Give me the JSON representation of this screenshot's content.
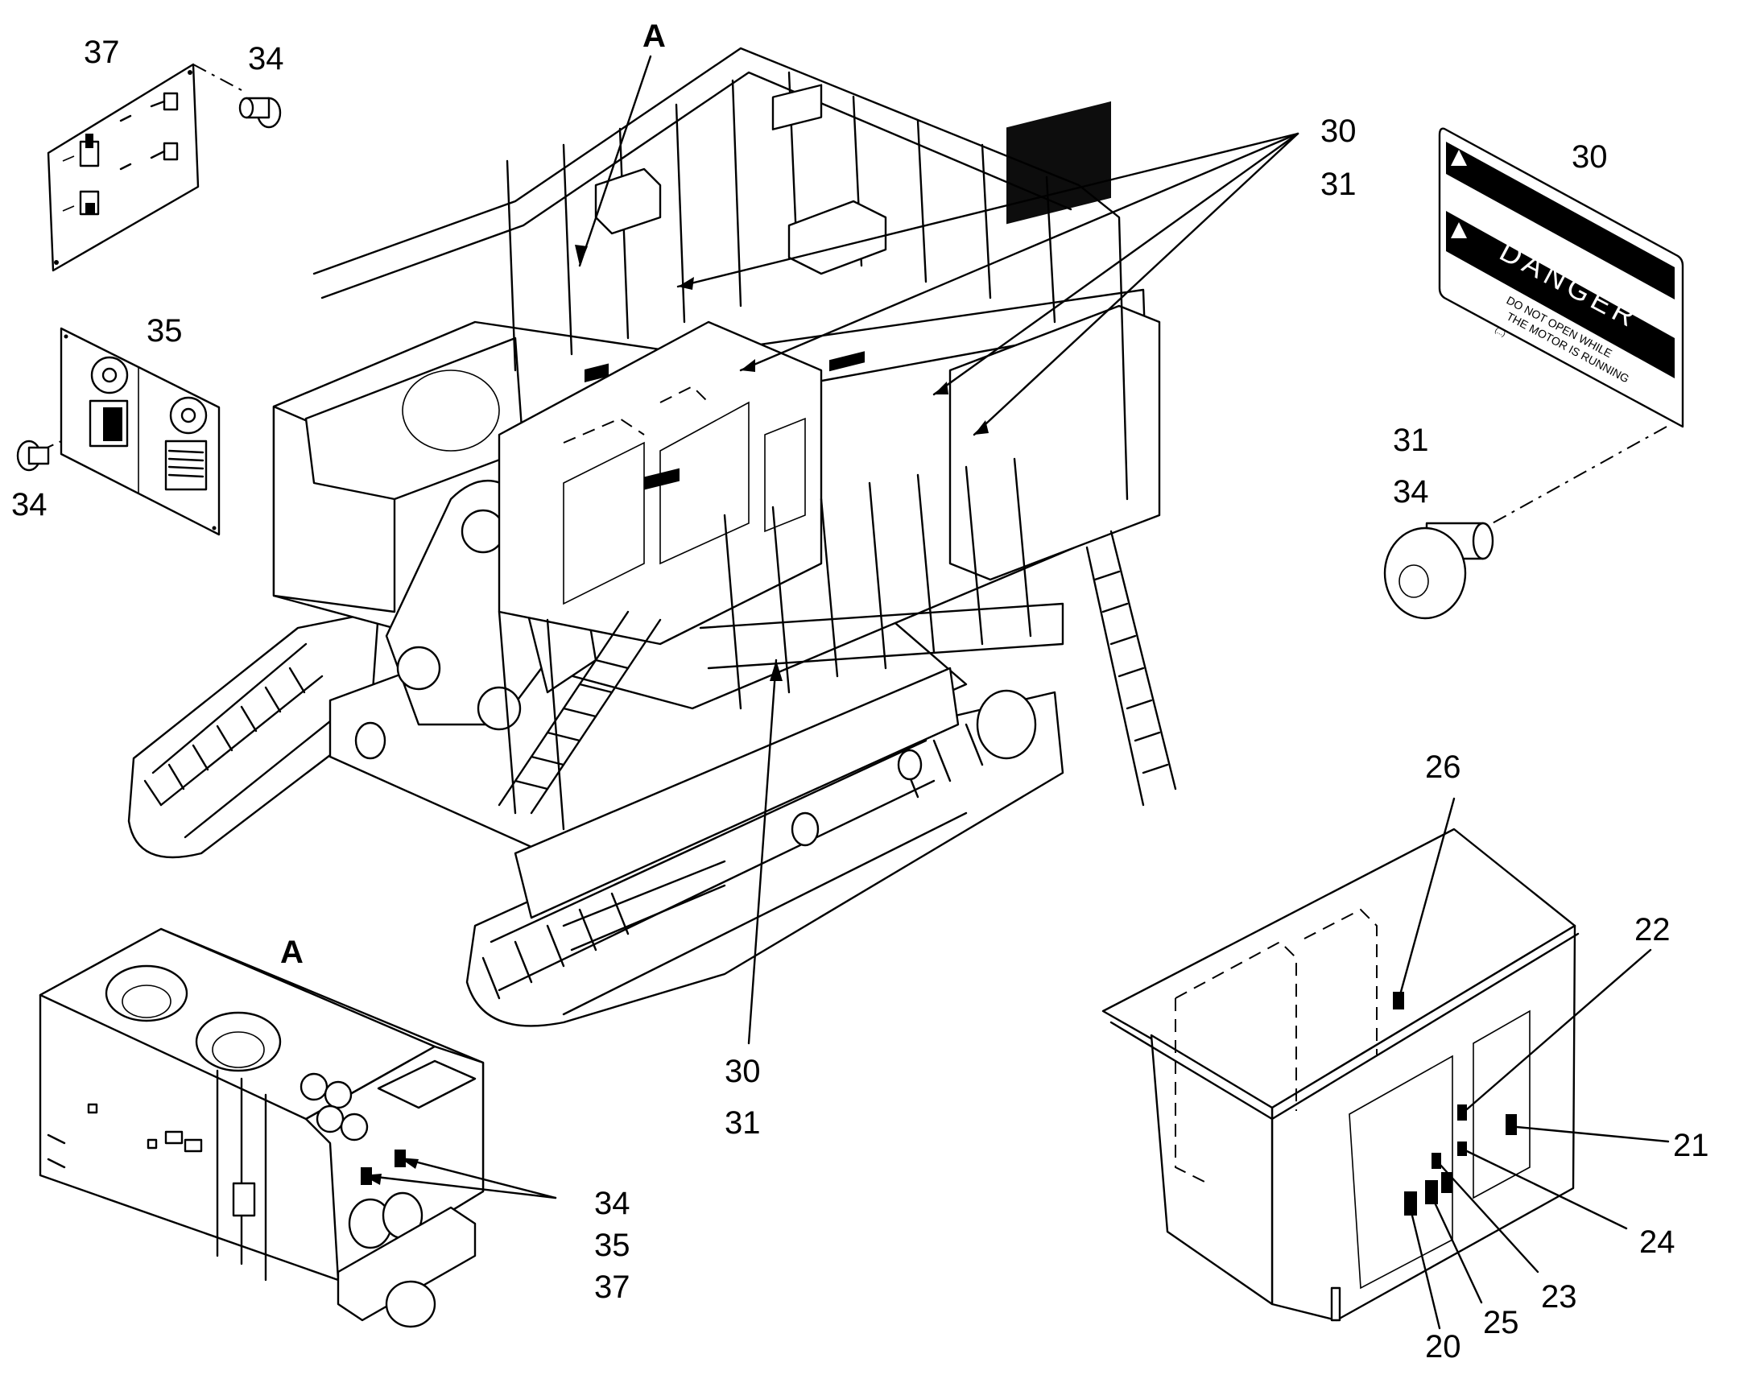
{
  "callouts": {
    "c37_plate": "37",
    "c34_plate37": "34",
    "c35_plate": "35",
    "c34_plate35": "34",
    "cA_top": "A",
    "c30_top": "30",
    "c31_top": "31",
    "c30_label": "30",
    "c31_label": "31",
    "c34_label": "34",
    "c30_bottom": "30",
    "c31_bottom": "31",
    "cA_detail": "A",
    "c34_detail": "34",
    "c35_detail": "35",
    "c37_detail": "37",
    "c26": "26",
    "c22": "22",
    "c21": "21",
    "c24": "24",
    "c23": "23",
    "c25": "25",
    "c20": "20"
  },
  "decal": {
    "heading": "DANGER",
    "line1": "DO NOT OPEN WHILE",
    "line2": "THE MOTOR IS RUNNING",
    "fine_print": "(...)"
  }
}
